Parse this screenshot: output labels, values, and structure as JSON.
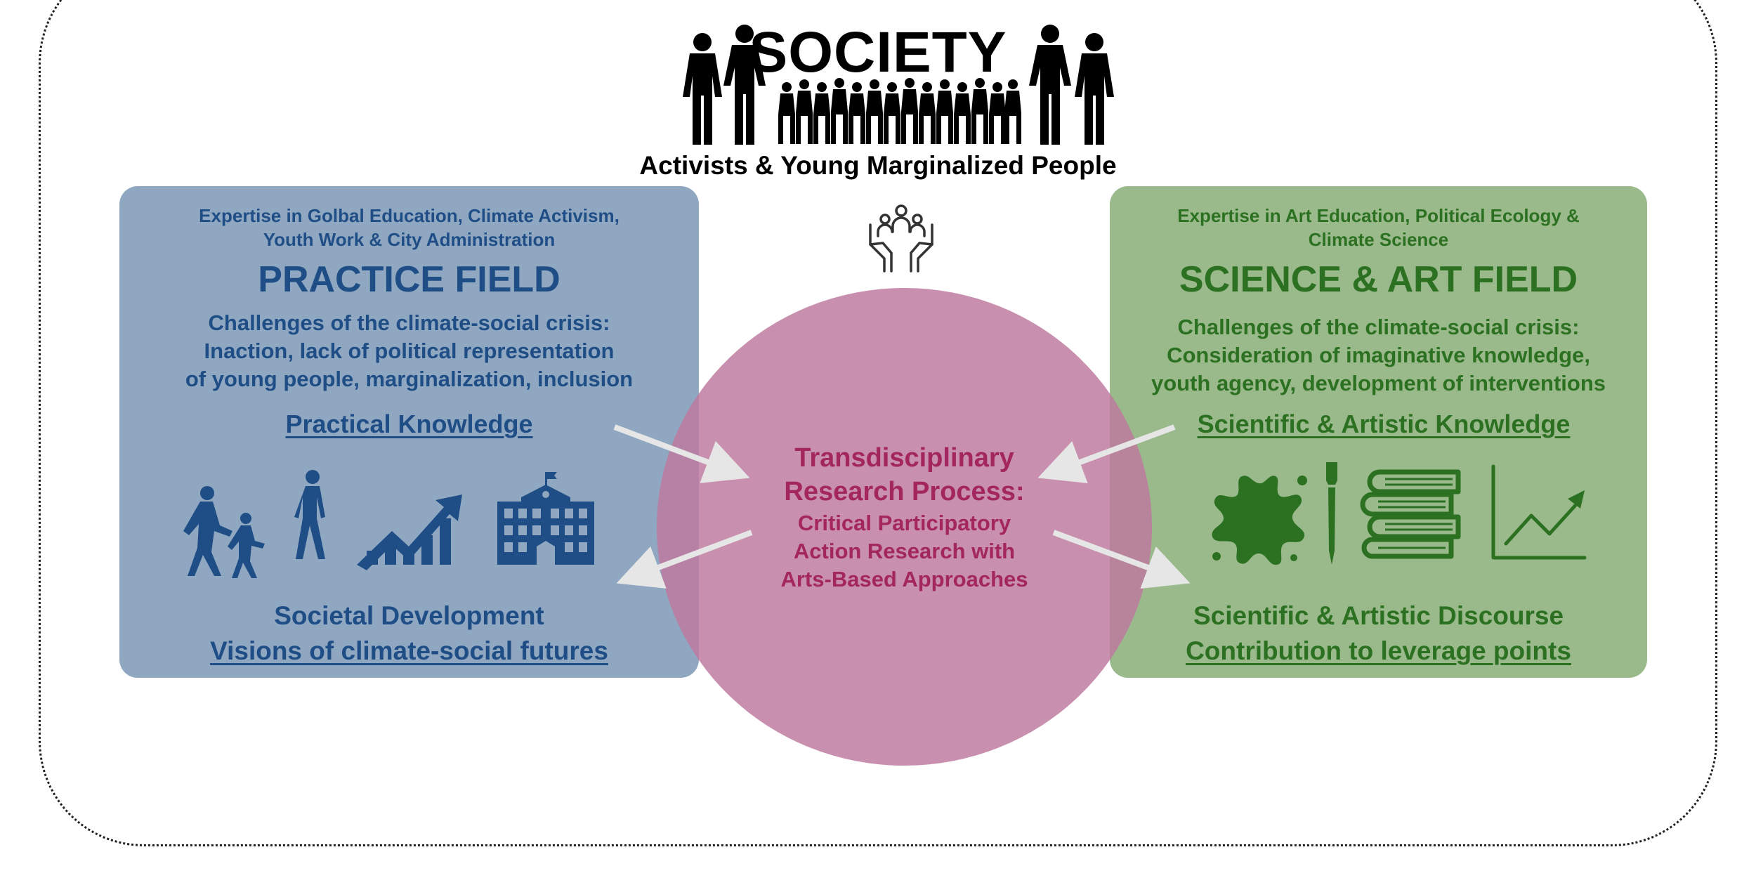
{
  "society": {
    "title": "SOCIETY",
    "subtitle": "Activists & Young Marginalized People"
  },
  "practice": {
    "expertise_line1": "Expertise in Golbal Education, Climate Activism,",
    "expertise_line2": "Youth Work & City Administration",
    "field_title": "PRACTICE FIELD",
    "challenge_line1": "Challenges of the climate-social crisis:",
    "challenge_line2": "Inaction, lack of political representation",
    "challenge_line3": "of young people, marginalization, inclusion",
    "knowledge": "Practical Knowledge",
    "outcome_line1": "Societal Development",
    "outcome_line2": "Visions of climate-social futures"
  },
  "science": {
    "expertise_line1": "Expertise in Art Education, Political Ecology &",
    "expertise_line2": "Climate Science",
    "field_title": "SCIENCE & ART FIELD",
    "challenge_line1": "Challenges of the climate-social crisis:",
    "challenge_line2": "Consideration of imaginative knowledge,",
    "challenge_line3": "youth agency, development of interventions",
    "knowledge": "Scientific & Artistic Knowledge",
    "outcome_line1": "Scientific & Artistic Discourse",
    "outcome_line2": "Contribution to leverage points"
  },
  "center": {
    "title_line1": "Transdisciplinary",
    "title_line2": "Research Process:",
    "desc_line1": "Critical Participatory",
    "desc_line2": "Action Research with",
    "desc_line3": "Arts-Based Approaches"
  },
  "colors": {
    "practice_panel": "#90a7c1",
    "practice_text": "#1f4e86",
    "science_panel": "#9aba8c",
    "science_text": "#2c7121",
    "circle": "#be7a9e",
    "center_text": "#a3265e",
    "arrow": "#e6e6e6"
  },
  "icons": {
    "society": "crowd-silhouette-icon",
    "community": "hands-holding-people-icon",
    "practice": [
      "running-family-icon",
      "walking-person-icon",
      "growth-chart-icon",
      "school-building-icon"
    ],
    "science": [
      "paint-splash-icon",
      "paintbrush-icon",
      "books-stack-icon",
      "line-chart-icon"
    ]
  }
}
